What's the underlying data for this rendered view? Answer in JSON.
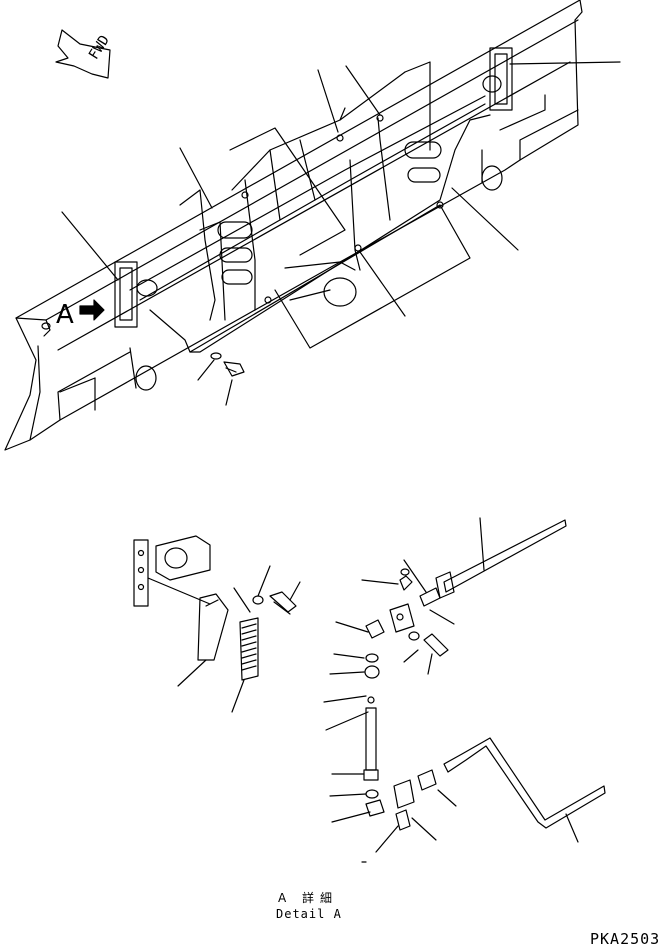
{
  "labels": {
    "fwd": "FWD",
    "view_a": "A",
    "detail_jp": "A 詳細",
    "detail_en": "Detail A",
    "drawing_code": "PKA2503"
  }
}
